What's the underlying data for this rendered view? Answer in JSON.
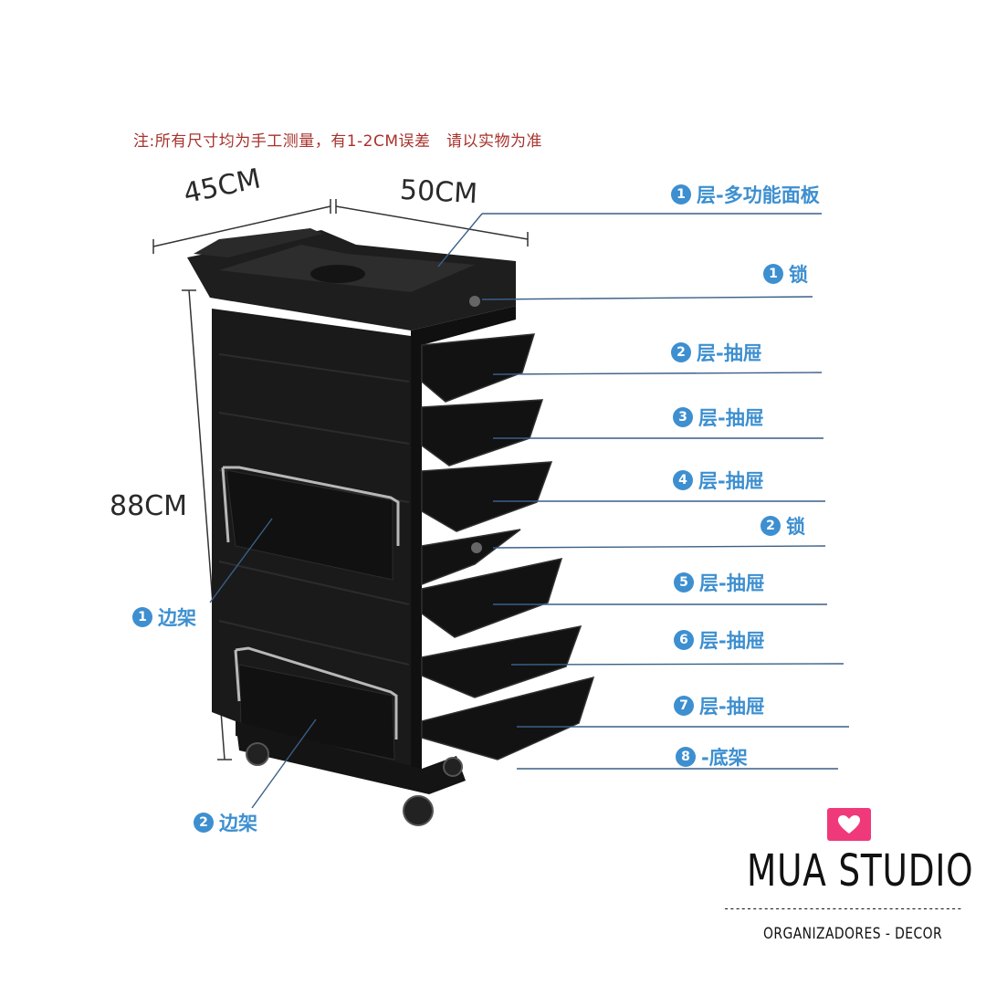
{
  "note": "注:所有尺寸均为手工测量，有1-2CM误差　请以实物为准",
  "dimensions": {
    "width": "45CM",
    "depth": "50CM",
    "height": "88CM"
  },
  "callouts": [
    {
      "num": "1",
      "text": "层-多功能面板"
    },
    {
      "num": "1",
      "text": "锁"
    },
    {
      "num": "2",
      "text": "层-抽屉"
    },
    {
      "num": "3",
      "text": "层-抽屉"
    },
    {
      "num": "4",
      "text": "层-抽屉"
    },
    {
      "num": "2",
      "text": "锁"
    },
    {
      "num": "5",
      "text": "层-抽屉"
    },
    {
      "num": "6",
      "text": "层-抽屉"
    },
    {
      "num": "7",
      "text": "层-抽屉"
    },
    {
      "num": "8",
      "text": "-底架"
    },
    {
      "num": "1",
      "text": "边架"
    },
    {
      "num": "2",
      "text": "边架"
    }
  ],
  "brand": {
    "name": "MUA STUDIO",
    "rule": "------------------------------------------",
    "subtitle": "ORGANIZADORES - DECOR"
  },
  "colors": {
    "accent": "#3d8fd0",
    "note": "#a8322c",
    "brand_icon": "#f0397a"
  }
}
